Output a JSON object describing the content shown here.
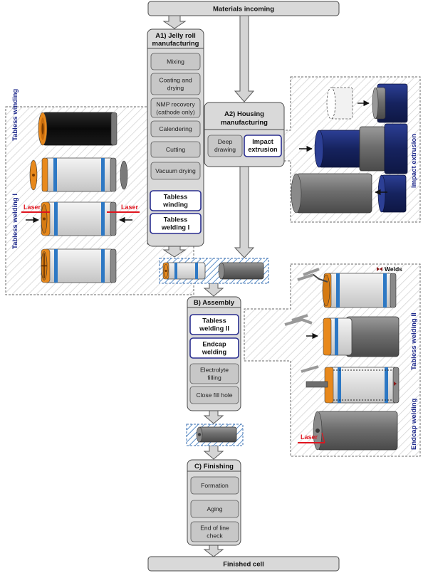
{
  "top_bar": "Materials incoming",
  "bottom_bar": "Finished cell",
  "jelly_roll": {
    "title_line1": "A1) Jelly roll",
    "title_line2": "manufacturing",
    "steps": [
      {
        "lines": [
          "Mixing"
        ]
      },
      {
        "lines": [
          "Coating and",
          "drying"
        ]
      },
      {
        "lines": [
          "NMP recovery",
          "(cathode only)"
        ]
      },
      {
        "lines": [
          "Calendering"
        ]
      },
      {
        "lines": [
          "Cutting"
        ]
      },
      {
        "lines": [
          "Vacuum drying"
        ]
      }
    ],
    "highlight_steps": [
      {
        "lines": [
          "Tabless",
          "winding"
        ]
      },
      {
        "lines": [
          "Tabless",
          "welding I"
        ]
      }
    ]
  },
  "housing": {
    "title_line1": "A2) Housing",
    "title_line2": "manufacturing",
    "step": {
      "lines": [
        "Deep",
        "drawing"
      ]
    },
    "highlight": {
      "lines": [
        "Impact",
        "extrusion"
      ]
    }
  },
  "assembly": {
    "title": "B) Assembly",
    "highlight_steps": [
      {
        "lines": [
          "Tabless",
          "welding II"
        ]
      },
      {
        "lines": [
          "Endcap",
          "welding"
        ]
      }
    ],
    "steps": [
      {
        "lines": [
          "Electrolyte",
          "filling"
        ]
      },
      {
        "lines": [
          "Close fill hole"
        ]
      }
    ]
  },
  "finishing": {
    "title": "C) Finishing",
    "steps": [
      {
        "lines": [
          "Formation"
        ]
      },
      {
        "lines": [
          "Aging"
        ]
      },
      {
        "lines": [
          "End of line",
          "check"
        ]
      }
    ]
  },
  "side_labels": {
    "tabless_winding": "Tabless winding",
    "tabless_welding_1": "Tabless welding I",
    "impact_extrusion": "Impact extrusion",
    "tabless_welding_2": "Tabless welding II",
    "endcap_welding": "Endcap welding"
  },
  "annotations": {
    "laser": "Laser",
    "welds": "Welds"
  },
  "colors": {
    "process_fill": "#d9d9d9",
    "step_fill": "#c7c7c7",
    "highlight_border": "#2a2f8f",
    "label_blue": "#1f2a8c",
    "laser_red": "#e0141e",
    "copper_orange": "#e8891c",
    "navy": "#1c2a6b",
    "steel": "#7a7a7a",
    "separator_blue": "#2d78c4"
  }
}
